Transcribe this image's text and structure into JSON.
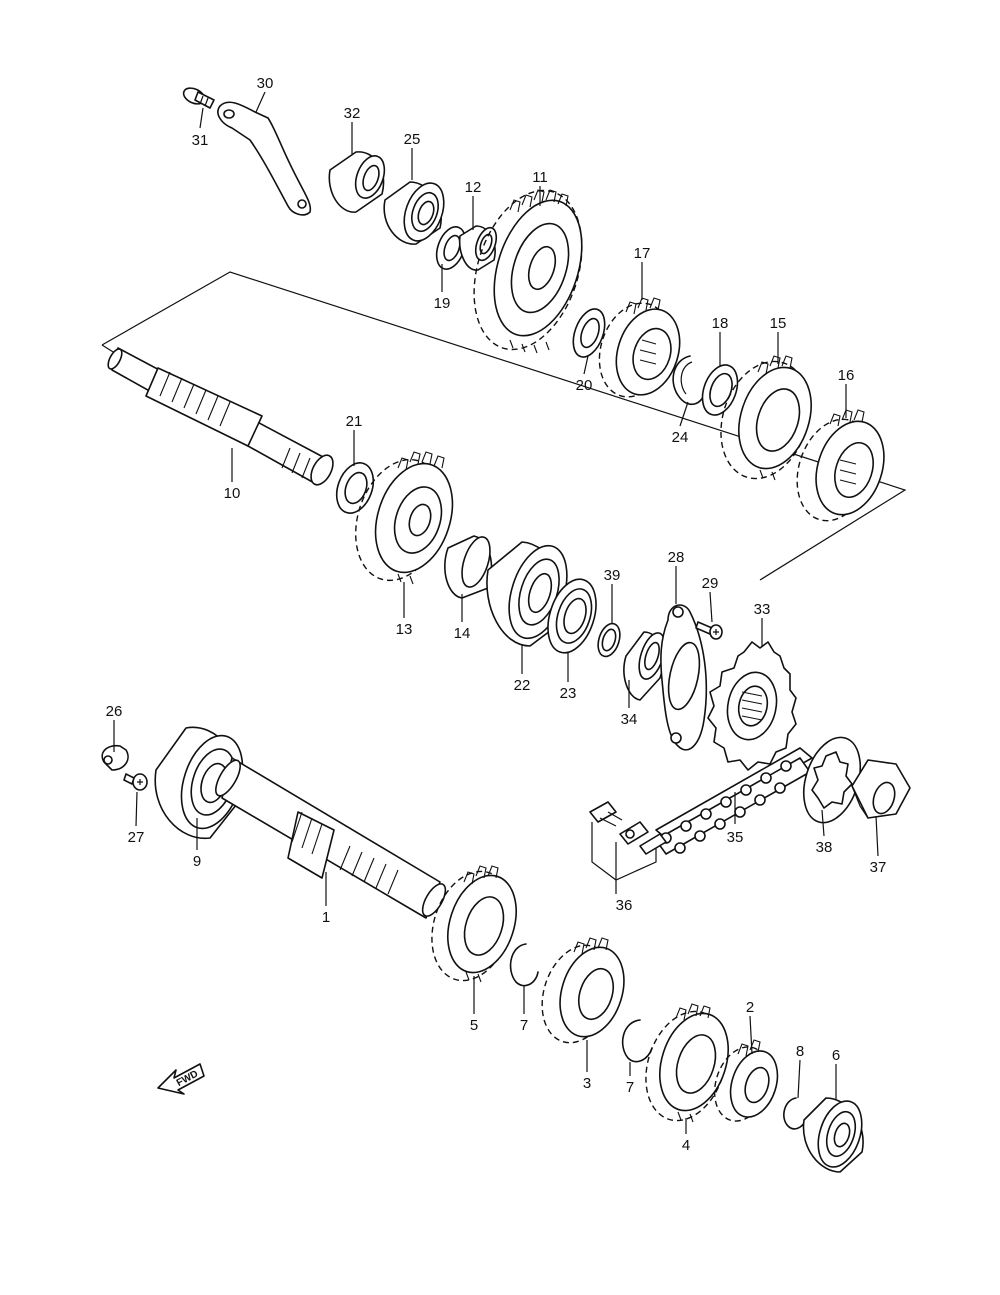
{
  "fwd_label": "FWD",
  "callouts": [
    {
      "id": "1",
      "text": "1"
    },
    {
      "id": "2",
      "text": "2"
    },
    {
      "id": "3",
      "text": "3"
    },
    {
      "id": "4",
      "text": "4"
    },
    {
      "id": "5",
      "text": "5"
    },
    {
      "id": "6",
      "text": "6"
    },
    {
      "id": "7a",
      "text": "7"
    },
    {
      "id": "7b",
      "text": "7"
    },
    {
      "id": "8",
      "text": "8"
    },
    {
      "id": "9",
      "text": "9"
    },
    {
      "id": "10",
      "text": "10"
    },
    {
      "id": "11",
      "text": "11"
    },
    {
      "id": "12",
      "text": "12"
    },
    {
      "id": "13",
      "text": "13"
    },
    {
      "id": "14",
      "text": "14"
    },
    {
      "id": "15",
      "text": "15"
    },
    {
      "id": "16",
      "text": "16"
    },
    {
      "id": "17",
      "text": "17"
    },
    {
      "id": "18",
      "text": "18"
    },
    {
      "id": "19",
      "text": "19"
    },
    {
      "id": "20",
      "text": "20"
    },
    {
      "id": "21",
      "text": "21"
    },
    {
      "id": "22",
      "text": "22"
    },
    {
      "id": "23",
      "text": "23"
    },
    {
      "id": "24",
      "text": "24"
    },
    {
      "id": "25",
      "text": "25"
    },
    {
      "id": "26",
      "text": "26"
    },
    {
      "id": "27",
      "text": "27"
    },
    {
      "id": "28",
      "text": "28"
    },
    {
      "id": "29",
      "text": "29"
    },
    {
      "id": "30",
      "text": "30"
    },
    {
      "id": "31",
      "text": "31"
    },
    {
      "id": "32",
      "text": "32"
    },
    {
      "id": "33",
      "text": "33"
    },
    {
      "id": "34",
      "text": "34"
    },
    {
      "id": "35",
      "text": "35"
    },
    {
      "id": "36",
      "text": "36"
    },
    {
      "id": "37",
      "text": "37"
    },
    {
      "id": "38",
      "text": "38"
    },
    {
      "id": "39",
      "text": "39"
    }
  ]
}
